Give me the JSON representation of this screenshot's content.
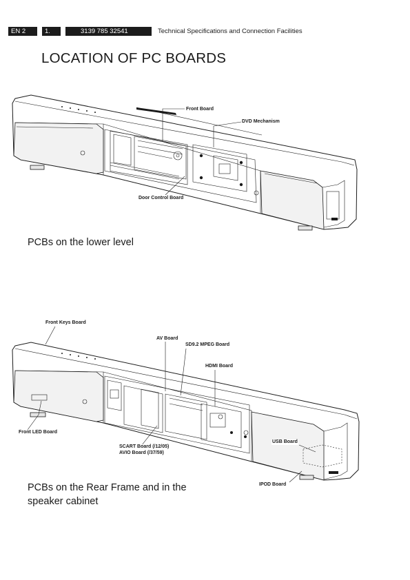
{
  "header": {
    "lang_code": "EN 2",
    "section": "1.",
    "doc_number": "3139 785 32541",
    "doc_title": "Technical Specifications and Connection Facilities"
  },
  "page_title": "LOCATION OF PC BOARDS",
  "figure1": {
    "caption": "PCBs on the lower level",
    "labels": {
      "front_board": "Front Board",
      "dvd_mechanism": "DVD Mechanism",
      "door_control_board": "Door Control Board"
    }
  },
  "figure2": {
    "caption_line1": "PCBs on the Rear Frame and in the",
    "caption_line2": "speaker cabinet",
    "labels": {
      "front_keys_board": "Front Keys Board",
      "av_board": "AV Board",
      "sd92_mpeg_board": "SD9.2 MPEG Board",
      "hdmi_board": "HDMI Board",
      "front_led_board": "Front LED Board",
      "scart_board": "SCART Board (/12/05)",
      "avio_board": "AVIO Board (/37/59)",
      "usb_board": "USB Board",
      "ipod_board": "IPOD Board"
    }
  }
}
